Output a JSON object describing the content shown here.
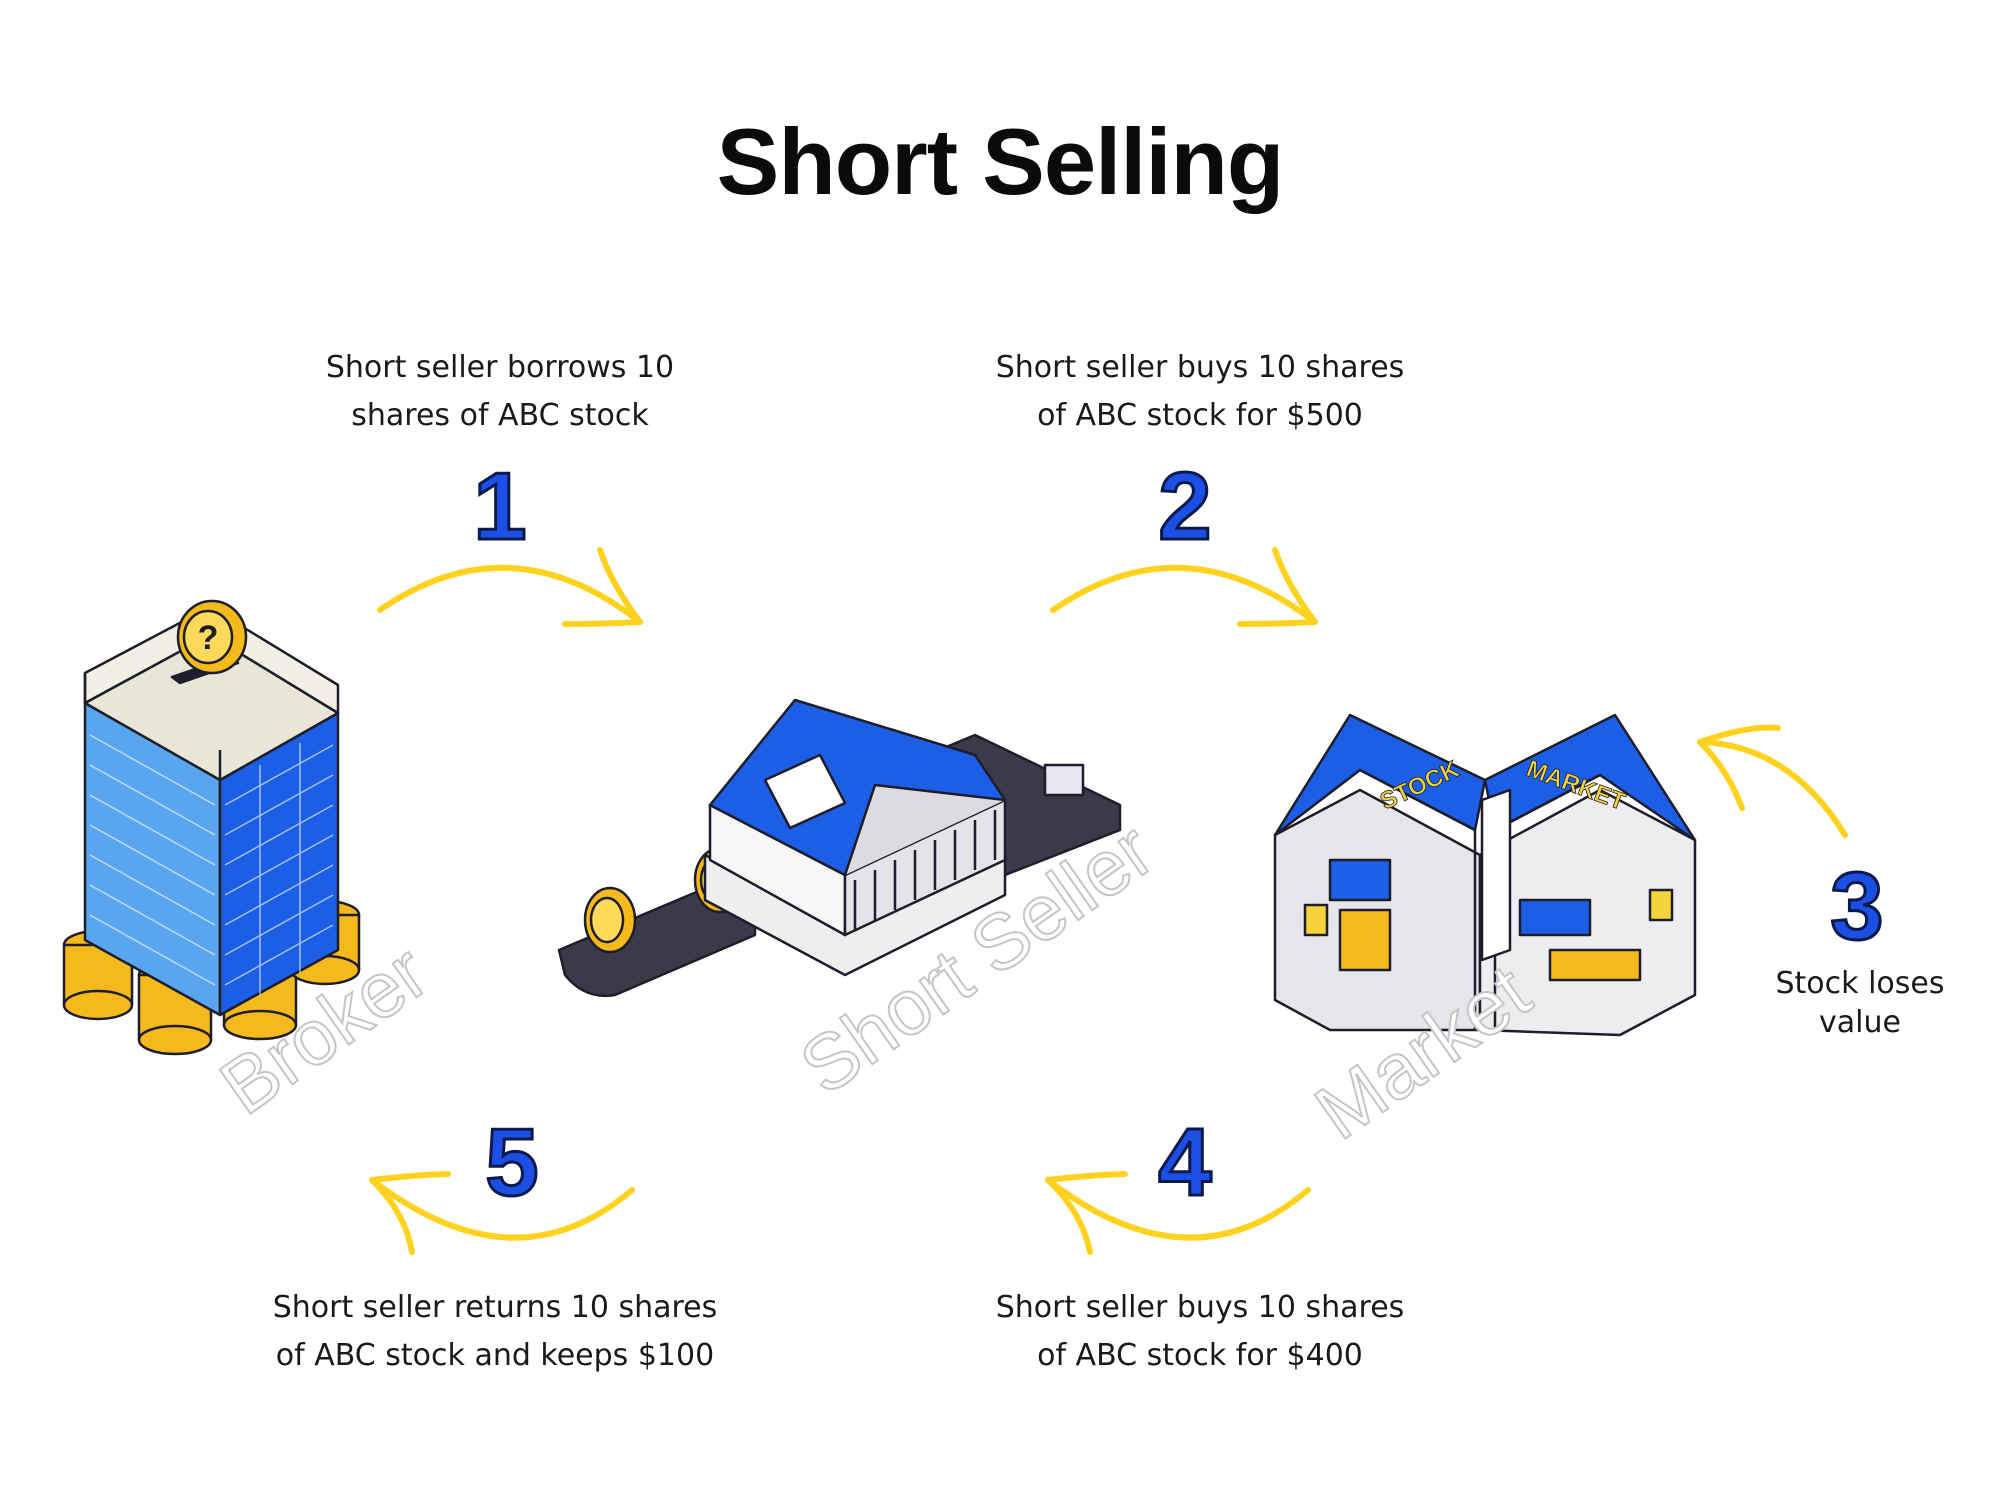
{
  "title": "Short Selling",
  "colors": {
    "accent_blue": "#1c4fe6",
    "arrow_yellow": "#ffd21f",
    "gold": "#f5b91c",
    "outline": "#1d1d2b"
  },
  "steps": [
    {
      "number": "1",
      "caption_line1": "Short seller borrows 10",
      "caption_line2": "shares of ABC stock"
    },
    {
      "number": "2",
      "caption_line1": "Short seller buys 10 shares",
      "caption_line2": "of ABC stock for $500"
    },
    {
      "number": "3",
      "caption_line1": "Stock loses",
      "caption_line2": "value"
    },
    {
      "number": "4",
      "caption_line1": "Short seller buys 10 shares",
      "caption_line2": "of ABC stock for $400"
    },
    {
      "number": "5",
      "caption_line1": "Short seller returns 10 shares",
      "caption_line2": "of ABC stock and keeps $100"
    }
  ],
  "places": {
    "broker": "Broker",
    "short_seller": "Short Seller",
    "market": "Market"
  },
  "market_sign": {
    "left": "STOCK",
    "right": "MARKET"
  },
  "icons": [
    "question-coin-icon",
    "dollar-coin-icon",
    "arrow-icon",
    "stock-card-icon"
  ]
}
